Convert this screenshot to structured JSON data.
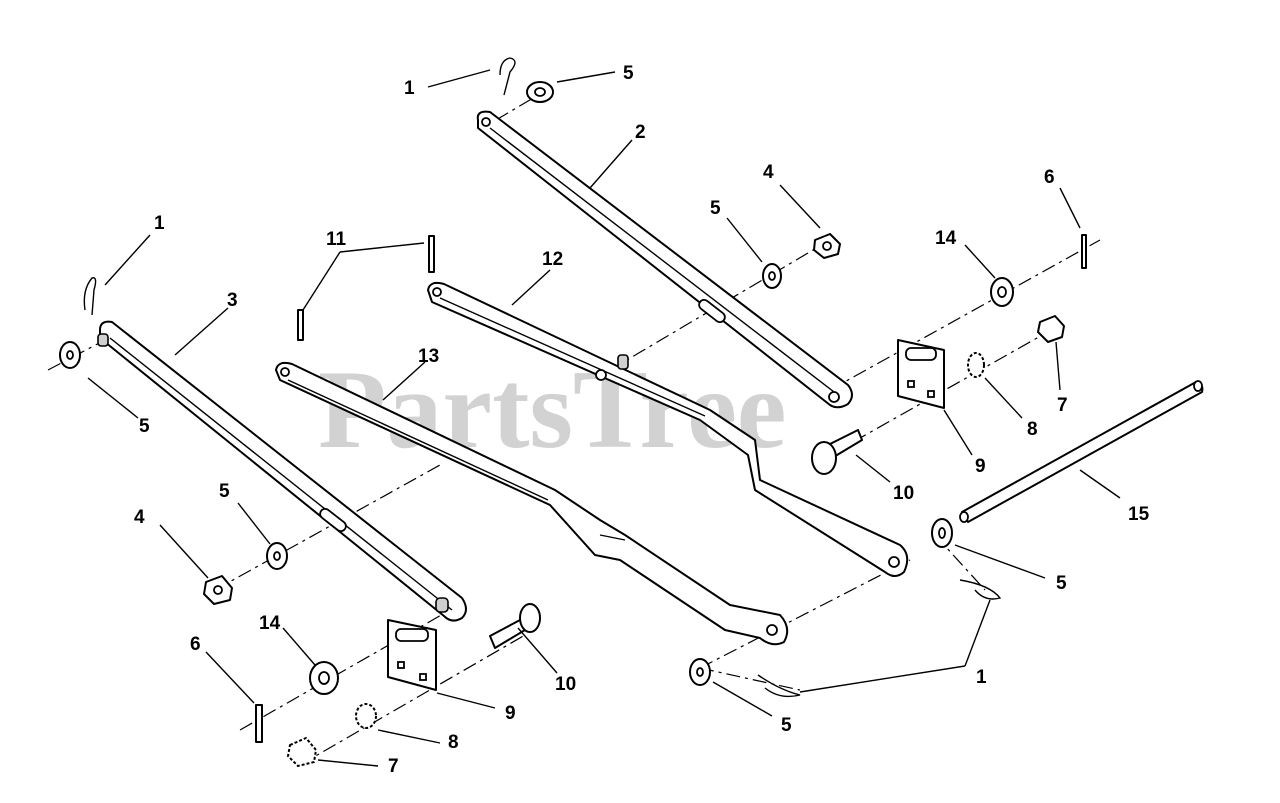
{
  "watermark": "PartsTree",
  "callouts": [
    {
      "id": "c1a",
      "text": "1"
    },
    {
      "id": "c5a",
      "text": "5"
    },
    {
      "id": "c2",
      "text": "2"
    },
    {
      "id": "c4a",
      "text": "4"
    },
    {
      "id": "c5b",
      "text": "5"
    },
    {
      "id": "c6a",
      "text": "6"
    },
    {
      "id": "c14a",
      "text": "14"
    },
    {
      "id": "c12",
      "text": "12"
    },
    {
      "id": "c11",
      "text": "11"
    },
    {
      "id": "c1b",
      "text": "1"
    },
    {
      "id": "c3",
      "text": "3"
    },
    {
      "id": "c13",
      "text": "13"
    },
    {
      "id": "c5c",
      "text": "5"
    },
    {
      "id": "c7a",
      "text": "7"
    },
    {
      "id": "c8a",
      "text": "8"
    },
    {
      "id": "c9a",
      "text": "9"
    },
    {
      "id": "c10a",
      "text": "10"
    },
    {
      "id": "c15",
      "text": "15"
    },
    {
      "id": "c5d",
      "text": "5"
    },
    {
      "id": "c4b",
      "text": "4"
    },
    {
      "id": "c5e",
      "text": "5"
    },
    {
      "id": "c14b",
      "text": "14"
    },
    {
      "id": "c6b",
      "text": "6"
    },
    {
      "id": "c10b",
      "text": "10"
    },
    {
      "id": "c9b",
      "text": "9"
    },
    {
      "id": "c8b",
      "text": "8"
    },
    {
      "id": "c7b",
      "text": "7"
    },
    {
      "id": "c1c",
      "text": "1"
    },
    {
      "id": "c5f",
      "text": "5"
    }
  ]
}
